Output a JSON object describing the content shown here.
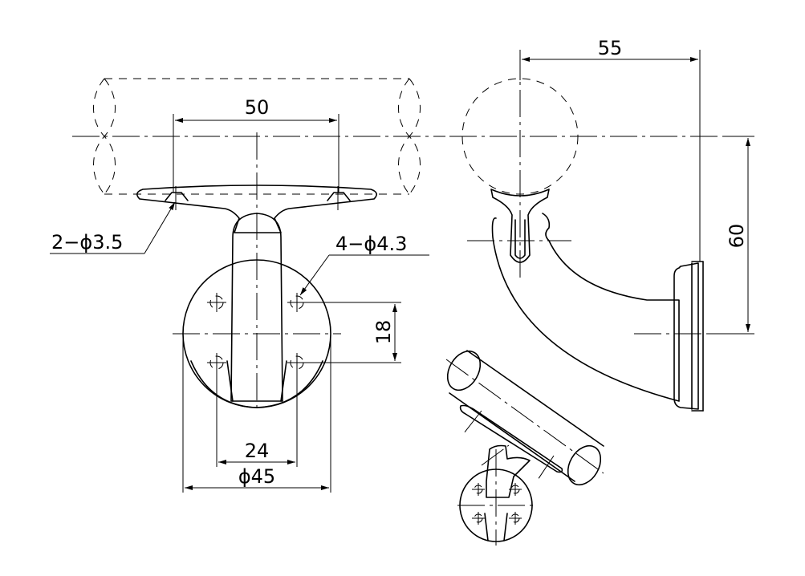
{
  "dimensions": {
    "rail_width": "50",
    "hole_small": "2−ϕ3.5",
    "hole_large": "4−ϕ4.3",
    "hole_spacing_v": "18",
    "hole_spacing_h": "24",
    "base_diameter": "ϕ45",
    "projection": "55",
    "height": "60"
  }
}
